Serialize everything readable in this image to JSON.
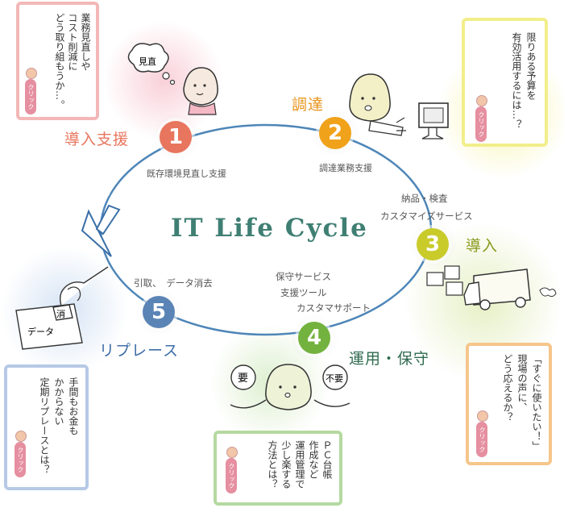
{
  "title": "IT Life Cycle",
  "steps": [
    {
      "number": "1",
      "title": "導入支援",
      "sub": "既存環境見直し支援",
      "color": "#e8755d",
      "title_color": "#e8755d"
    },
    {
      "number": "2",
      "title": "調達",
      "sub": "調達業務支援",
      "color": "#f0a21a",
      "title_color": "#e8931a"
    },
    {
      "number": "3",
      "title": "導入",
      "color": "#c9cb2b",
      "title_color": "#8a9a1c"
    },
    {
      "number": "4",
      "title": "運用・保守",
      "color": "#73b23e",
      "title_color": "#2f6b4f"
    },
    {
      "number": "5",
      "title": "リプレース",
      "color": "#5b84b6",
      "title_color": "#3f6ea8"
    }
  ],
  "services": {
    "step3": [
      "納品・検査",
      "カスタマイズサービス"
    ],
    "step4": [
      "保守サービス",
      "支援ツール",
      "カスタマサポート"
    ],
    "step5": "引取、　データ消去"
  },
  "cards": [
    {
      "text": [
        "業務見直しや",
        "コスト削減に",
        "どう取り組もうか…。"
      ],
      "border": "#f3b7b7",
      "click": "クリック"
    },
    {
      "text": [
        "限りある予算を",
        "有効活用するには…？"
      ],
      "border": "#f2ee8a",
      "click": "クリック"
    },
    {
      "text": [
        "「すぐに使いたい！」",
        "現場の声に、",
        "どう応えるか？"
      ],
      "border": "#f5c68b",
      "click": "クリック"
    },
    {
      "text": [
        "ＰＣ台帳",
        "作成など",
        "運用管理で",
        "少し楽する",
        "方法とは？"
      ],
      "border": "#b5d9a0",
      "click": "クリック"
    },
    {
      "text": [
        "手間もお金も",
        "かからない",
        "定期リプレースとは？"
      ],
      "border": "#b6c9e6",
      "click": "クリック"
    }
  ],
  "doodle_labels": {
    "eraser_tag": "消",
    "data_tag": "データ",
    "worry_left": "要",
    "worry_right": "不要"
  },
  "colors": {
    "cycle_line": "#4e86b8",
    "title": "#3f7f73"
  }
}
